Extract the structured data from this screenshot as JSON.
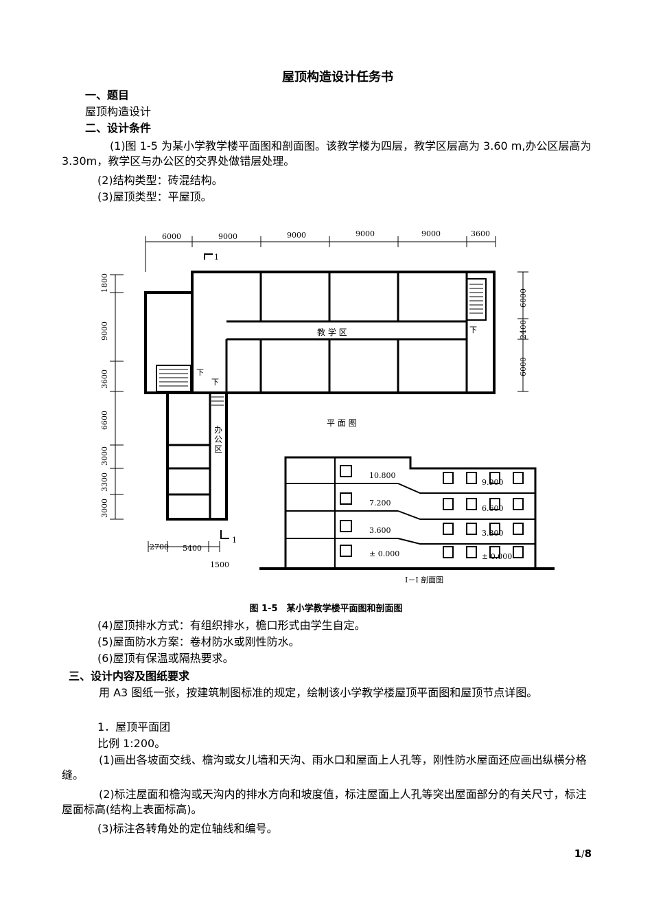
{
  "doc": {
    "title": "屋顶构造设计任务书",
    "sec1_heading": "一、题目",
    "sec1_text": "屋顶构造设计",
    "sec2_heading": "二、设计条件",
    "cond1": "(1)图 1-5 为某小学教学楼平面图和剖面图。该教学楼为四层，教学区层高为 3.60 m,办公区层高为 3.30m，教学区与办公区的交界处做错层处理。",
    "cond2": "(2)结构类型：砖混结构。",
    "cond3": "(3)屋顶类型：平屋顶。",
    "figure_caption": "图 1-5　某小学教学楼平面图和剖面图",
    "cond4": "(4)屋顶排水方式：有组织排水，檐口形式由学生自定。",
    "cond5": "(5)屋面防水方案：卷材防水或刚性防水。",
    "cond6": "(6)屋顶有保温或隔热要求。",
    "sec3_heading": "三、设计内容及图纸要求",
    "sec3_intro": "用 A3 图纸一张，按建筑制图标准的规定，绘制该小学教学楼屋顶平面图和屋顶节点详图。",
    "item1_title": "1．屋顶平面团",
    "item1_scale": "比例 1:200。",
    "req1": "(1)画出各坡面交线、檐沟或女儿墙和天沟、雨水口和屋面上人孔等，刚性防水屋面还应画出纵横分格缝。",
    "req2": "(2)标注屋面和檐沟或天沟内的排水方向和坡度值，标注屋面上人孔等突出屋面部分的有关尺寸，标注屋面标高(结构上表面标高)。",
    "req3": "(3)标注各转角处的定位轴线和编号。",
    "page_current": "1",
    "page_sep": "/",
    "page_total": "8"
  },
  "figure": {
    "plan_label": "平 面 图",
    "section_label": "I－I 剖面图",
    "teaching_zone": "教 学 区",
    "office_zone": [
      "办",
      "公",
      "区"
    ],
    "down_mark": "下",
    "cut_mark": "1",
    "top_dims": [
      "6000",
      "9000",
      "9000",
      "9000",
      "9000",
      "3600"
    ],
    "left_dims": [
      "1800",
      "9000",
      "3600",
      "6600",
      "3000",
      "3300",
      "3000"
    ],
    "right_dims": [
      "6000",
      "2400",
      "6000"
    ],
    "bottom_dims": [
      "2700",
      "5400",
      "1500"
    ],
    "levels_left": [
      "10.800",
      "7.200",
      "3.600",
      "± 0.000"
    ],
    "levels_right": [
      "9.900",
      "6.600",
      "3.300",
      "± 0.000"
    ]
  }
}
